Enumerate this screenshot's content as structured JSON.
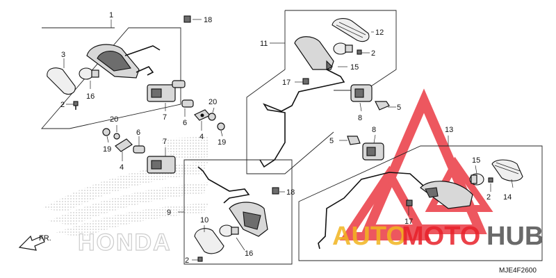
{
  "diagram": {
    "callouts": [
      "1",
      "2",
      "3",
      "4",
      "5",
      "6",
      "7",
      "8",
      "9",
      "10",
      "11",
      "12",
      "13",
      "14",
      "15",
      "16",
      "17",
      "18",
      "19",
      "20"
    ],
    "front_arrow_label": "FR.",
    "brand_mark_text": "HONDA",
    "diagram_code": "MJE4F2600"
  },
  "watermark": {
    "text_part1": "AUTO",
    "text_part2": "MOTO",
    "text_part3": "HUB",
    "color_red": "#e8202a",
    "color_gold": "#f2b51f",
    "color_gray": "#5a5a5a"
  }
}
